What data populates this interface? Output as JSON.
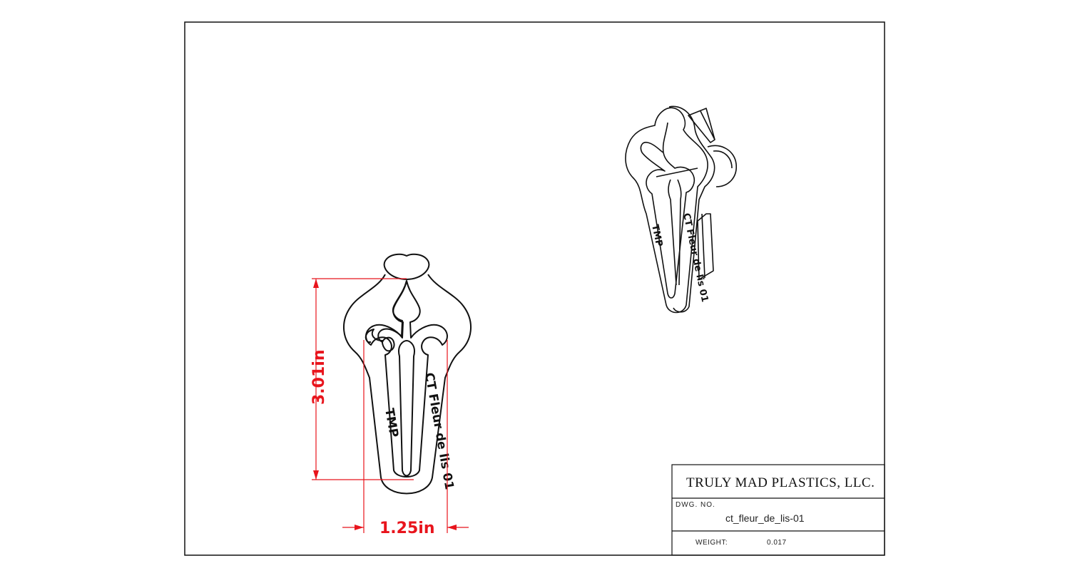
{
  "part_engraving": {
    "line1": "CT Fleur de lis 01",
    "line2": "TMP"
  },
  "dimensions": {
    "height": "3.01in",
    "width": "1.25in"
  },
  "title_block": {
    "company": "TRULY MAD PLASTICS, LLC.",
    "dwg_no_label": "DWG. NO.",
    "dwg_no_value": "ct_fleur_de_lis-01",
    "weight_label": "WEIGHT:",
    "weight_value": "0.017"
  },
  "colors": {
    "outline": "#111111",
    "dimension": "#e8141c",
    "background": "#ffffff"
  }
}
